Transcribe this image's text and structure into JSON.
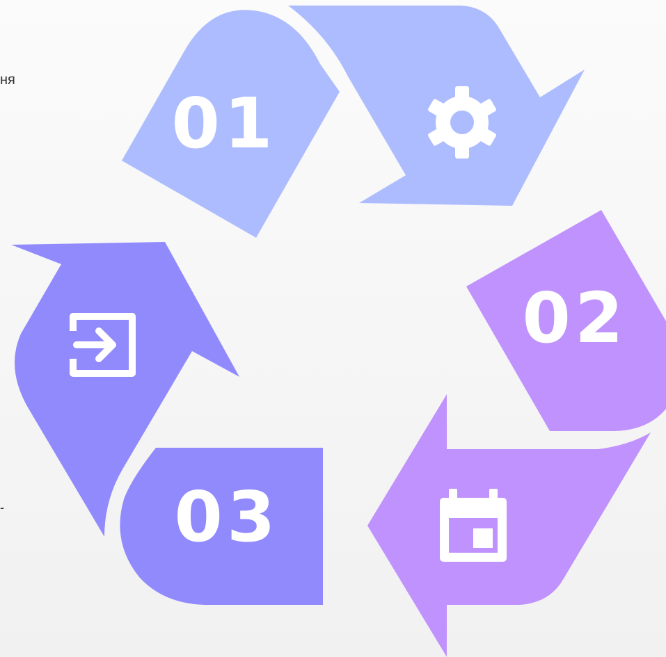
{
  "text_fragments": {
    "top": "ня",
    "bottom": "-"
  },
  "colors": {
    "step1": "#adbcff",
    "step2": "#c092fd",
    "step3": "#908afd",
    "icon": "#ffffff",
    "background": "#f7f7f7"
  },
  "steps": [
    {
      "number": "01",
      "icon": "gear-icon"
    },
    {
      "number": "02",
      "icon": "calendar-icon"
    },
    {
      "number": "03",
      "icon": "login-icon"
    }
  ]
}
